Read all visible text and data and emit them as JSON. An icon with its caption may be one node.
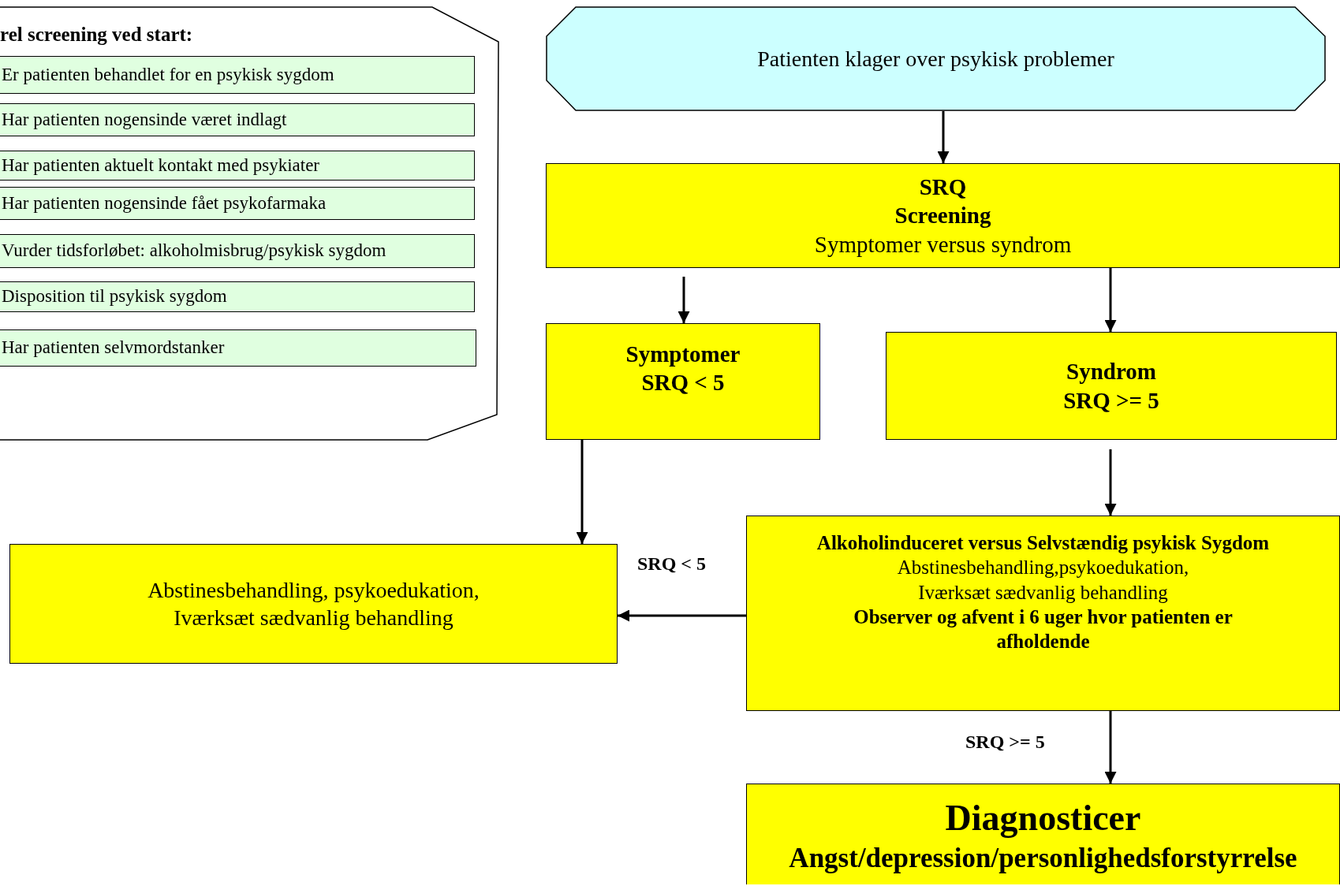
{
  "diagram": {
    "nodes": [
      {
        "text": [
          "rel screening ved start:"
        ]
      },
      {
        "text": [
          "Er patienten behandlet for en psykisk sygdom"
        ],
        "in": 0
      },
      {
        "text": [
          "Har patienten nogensinde været indlagt"
        ],
        "in": 0
      },
      {
        "text": [
          "Har patienten aktuelt kontakt med psykiater"
        ],
        "in": 0
      },
      {
        "text": [
          "Har patienten nogensinde fået  psykofarmaka"
        ],
        "in": 0
      },
      {
        "text": [
          "Vurder tidsforløbet: alkoholmisbrug/psykisk sygdom"
        ],
        "in": 0
      },
      {
        "text": [
          "Disposition til psykisk sygdom"
        ],
        "in": 0
      },
      {
        "text": [
          "Har patienten selvmordstanker"
        ],
        "in": 0
      },
      {
        "text": [
          "Patienten klager over psykisk problemer"
        ]
      },
      {
        "text": [
          "SRQ",
          "Screening",
          "Symptomer versus syndrom"
        ]
      },
      {
        "text": [
          "Symptomer",
          "SRQ < 5"
        ]
      },
      {
        "text": [
          "Syndrom",
          "SRQ >= 5"
        ]
      },
      {
        "text": [
          "Abstinesbehandling, psykoedukation, Iværksæt sædvanlig behandling"
        ]
      },
      {
        "text": [
          "Alkoholinduceret versus Selvstændig psykisk Sygdom",
          "Abstinesbehandling,psykoedukation, Iværksæt sædvanlig behandling",
          "Observer og afvent i 6 uger hvor patienten er afholdende"
        ]
      },
      {
        "text": [
          "Diagnosticer",
          "Angst/depression/personlighedsforstyrrelse"
        ]
      }
    ],
    "edges": [
      {
        "from": 8,
        "to": 9,
        "arrow": "to"
      },
      {
        "from": 9,
        "to": 10,
        "arrow": "to"
      },
      {
        "from": 9,
        "to": 11,
        "arrow": "to"
      },
      {
        "from": 10,
        "to": 12,
        "arrow": "to"
      },
      {
        "from": 11,
        "to": 13,
        "arrow": "to"
      },
      {
        "from": 13,
        "to": 12,
        "arrow": "to",
        "label": "SRQ <  5"
      },
      {
        "from": 13,
        "to": 14,
        "arrow": "to",
        "label": "SRQ >= 5"
      }
    ]
  }
}
